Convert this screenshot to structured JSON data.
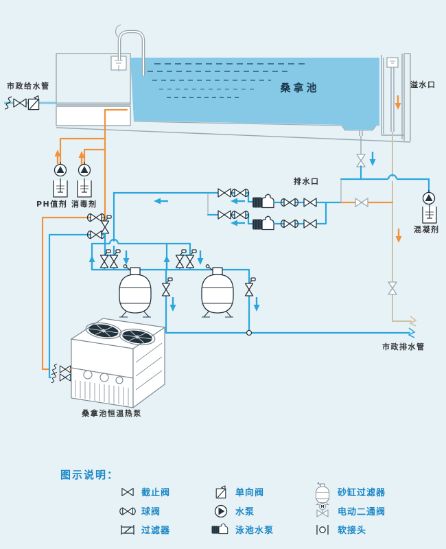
{
  "colors": {
    "background": "#e7f2f7",
    "pool_water": "#86c9e7",
    "pipe_blue": "#2ba6db",
    "pipe_orange": "#f0923c",
    "supply_light_blue": "#7fc6e3",
    "structure_gray": "#9aa7ae",
    "symbol_navy": "#22323c",
    "drain_tan": "#cfc0a4",
    "legend_blue": "#1b87c5",
    "label_dark": "#333333"
  },
  "labels": {
    "municipal_supply": "市政给水管",
    "ph_agent": "PH值剂",
    "disinfectant": "消毒剂",
    "pool": "桑拿池",
    "overflow": "溢水口",
    "drain_outlet": "排水口",
    "coagulant": "混凝剂",
    "municipal_drain": "市政排水管",
    "heat_pump": "桑拿池恒温热泵"
  },
  "legend": {
    "title": "图示说明：",
    "motor_mark": "M",
    "items": [
      {
        "icon": "stop-valve-icon",
        "label": "截止阀"
      },
      {
        "icon": "ball-valve-icon",
        "label": "球阀"
      },
      {
        "icon": "strainer-icon",
        "label": "过滤器"
      },
      {
        "icon": "check-valve-icon",
        "label": "单向阀"
      },
      {
        "icon": "water-pump-icon",
        "label": "水泵"
      },
      {
        "icon": "pool-pump-icon",
        "label": "泳池水泵"
      },
      {
        "icon": "sand-filter-icon",
        "label": "砂缸过滤器"
      },
      {
        "icon": "motor-valve-icon",
        "label": "电动二通阀"
      },
      {
        "icon": "soft-joint-icon",
        "label": "软接头"
      }
    ]
  }
}
